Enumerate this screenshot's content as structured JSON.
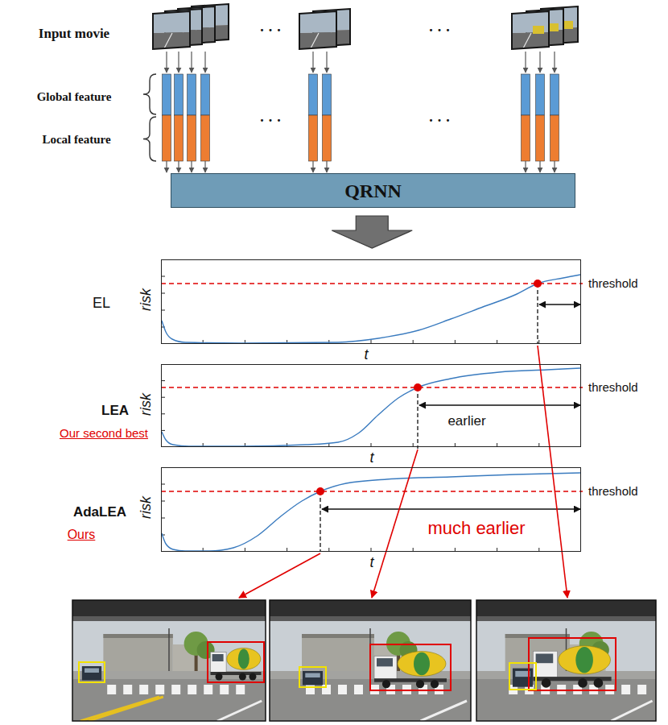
{
  "diagram": {
    "nodes": [
      {
        "text": [
          "QRNN"
        ]
      },
      {
        "text": [
          "EL"
        ]
      },
      {
        "text": [
          "LEA",
          "Our second best"
        ]
      },
      {
        "text": [
          "AdaLEA",
          "Ours"
        ]
      }
    ],
    "edges": [
      {
        "from": 0,
        "to": 1,
        "arrow": "to"
      }
    ],
    "labels": [
      "Input movie",
      "· · ·",
      "· · ·",
      "Global feature",
      "Local feature",
      "· · ·",
      "· · ·",
      "risk",
      "t",
      "threshold",
      "risk",
      "t",
      "threshold",
      "earlier",
      "risk",
      "t",
      "threshold",
      "much earlier"
    ]
  }
}
